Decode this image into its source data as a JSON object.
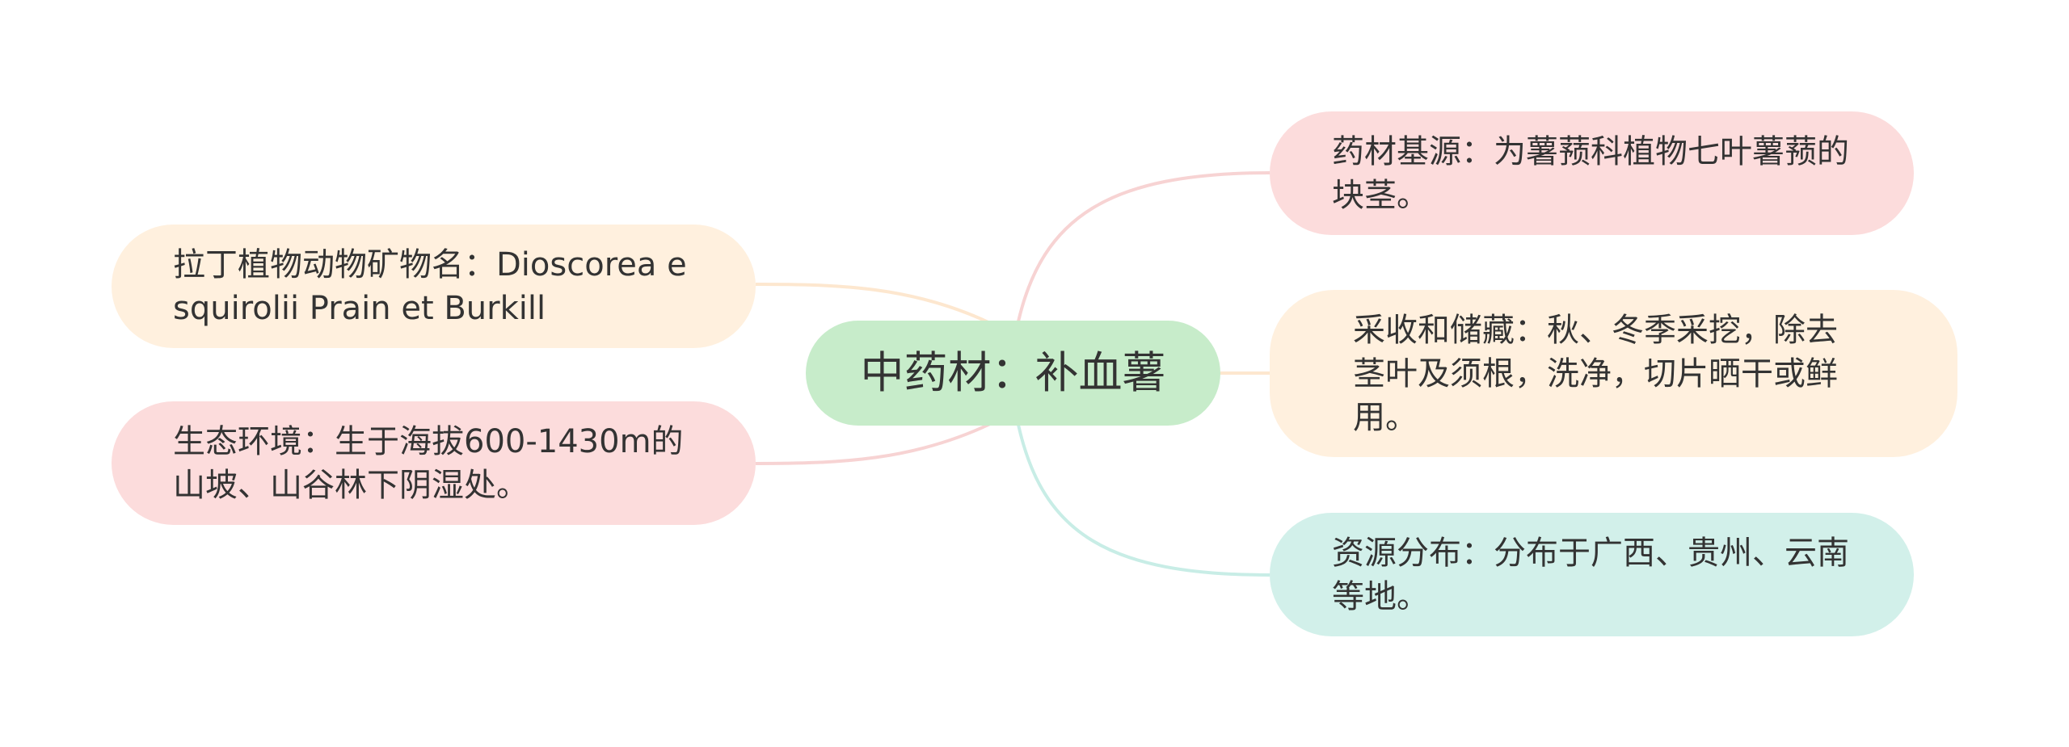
{
  "root": {
    "label": "中药材：补血薯",
    "color": "#c7ecca"
  },
  "branches": {
    "latin_name": {
      "text": "拉丁植物动物矿物名：Dioscorea esquirolii Prain et Burkill",
      "fill": "#fff0de",
      "line": "#fde7cf"
    },
    "habitat": {
      "text": "生态环境：生于海拔600-1430m的山坡、山谷林下阴湿处。",
      "fill": "#fcdcdc",
      "line": "#f7d3d3"
    },
    "source": {
      "text": "药材基源：为薯蓣科植物七叶薯蓣的块茎。",
      "fill": "#fcdcdc",
      "line": "#f7d3d3"
    },
    "harvest_storage": {
      "text": "采收和储藏：秋、冬季采挖，除去茎叶及须根，洗净，切片晒干或鲜用。",
      "fill": "#fff0de",
      "line": "#fde7cf"
    },
    "distribution": {
      "text": "资源分布：分布于广西、贵州、云南等地。",
      "fill": "#d2f0ea",
      "line": "#c8ede6"
    }
  }
}
